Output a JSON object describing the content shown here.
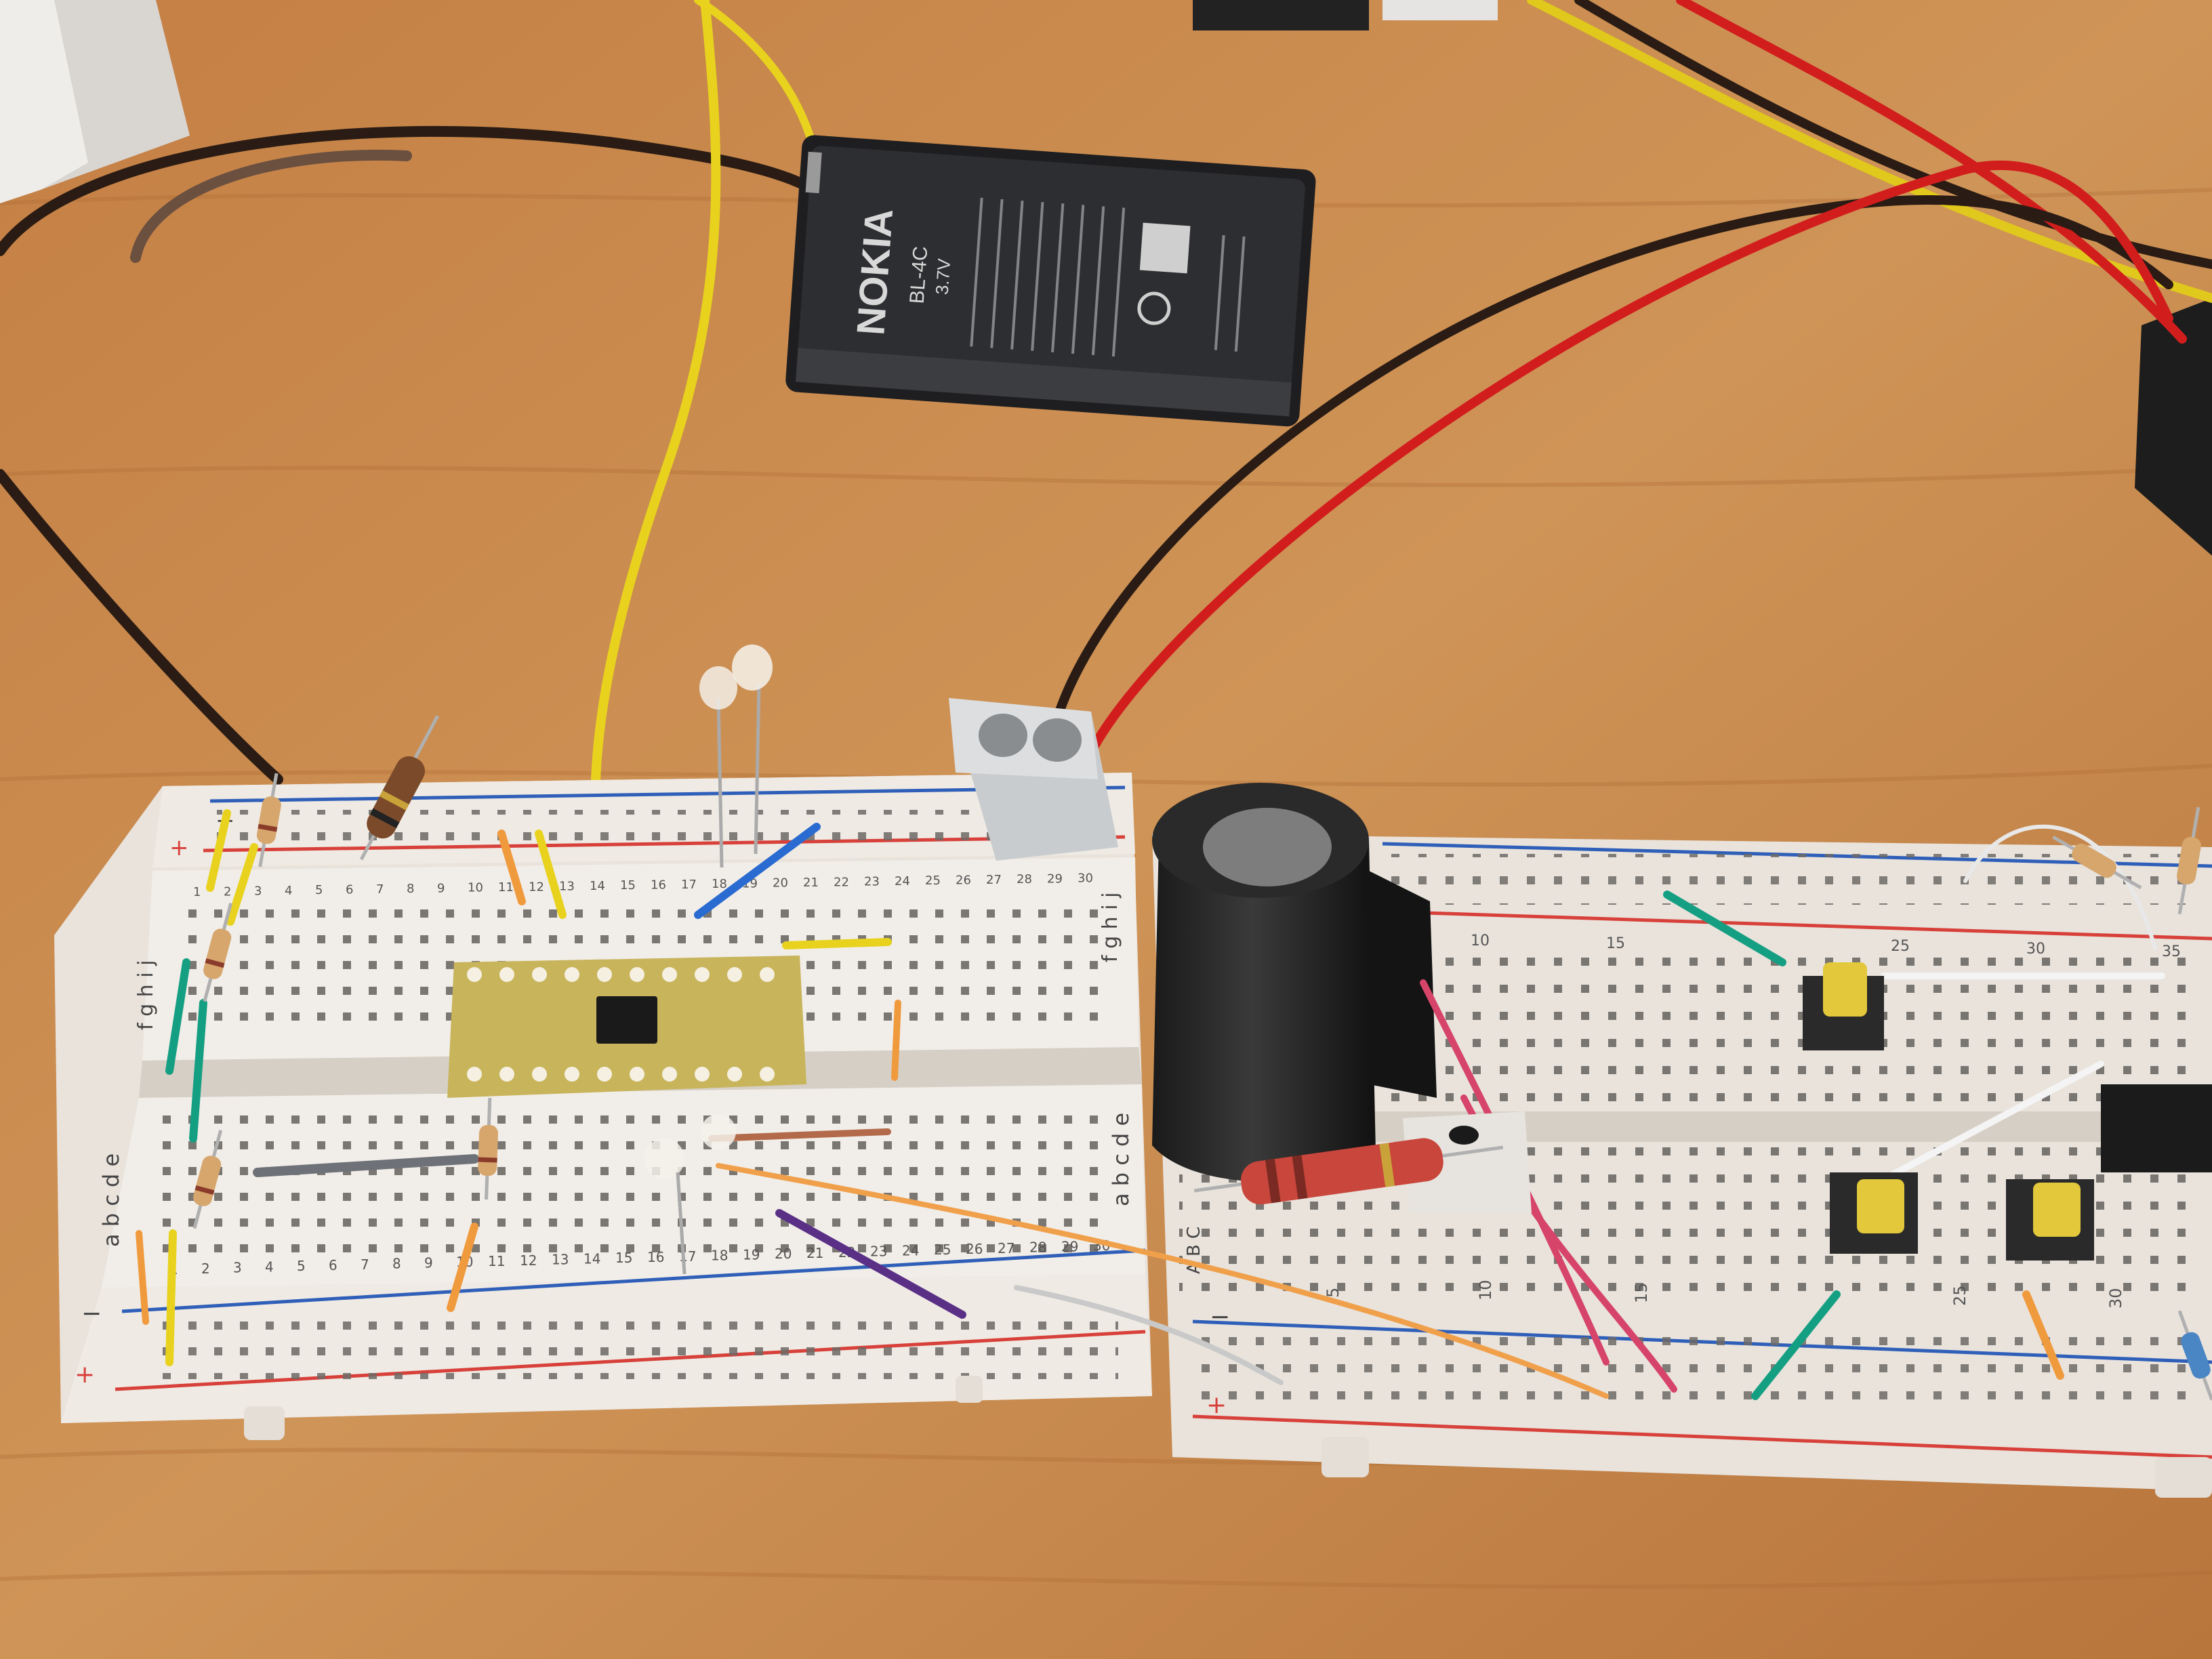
{
  "photo": {
    "battery": {
      "brand": "NOKIA",
      "model": "BL-4C",
      "capacity_line": "3.7V"
    },
    "breadboard_left": {
      "row_letters_top": "f g h i j",
      "row_letters_bottom": "a b c d e",
      "column_numbers_top": [
        "1",
        "2",
        "3",
        "4",
        "5",
        "6",
        "7",
        "8",
        "9",
        "10",
        "11",
        "12",
        "13",
        "14",
        "15",
        "16",
        "17",
        "18",
        "19",
        "20",
        "21",
        "22",
        "23",
        "24",
        "25",
        "26",
        "27",
        "28",
        "29",
        "30"
      ],
      "column_numbers_bottom": [
        "1",
        "2",
        "3",
        "4",
        "5",
        "6",
        "7",
        "8",
        "9",
        "10",
        "11",
        "12",
        "13",
        "14",
        "15",
        "16",
        "17",
        "18",
        "19",
        "20",
        "21",
        "22",
        "23",
        "24",
        "25",
        "26",
        "27",
        "28",
        "29",
        "30"
      ],
      "rail_plus": "+",
      "rail_minus": "−"
    },
    "breadboard_right": {
      "row_letters_bottom": "A B C",
      "column_numbers_top": [
        "10",
        "15",
        "25",
        "30",
        "35"
      ],
      "column_numbers_bottom": [
        "5",
        "10",
        "15",
        "25",
        "30"
      ],
      "rail_plus": "+",
      "rail_minus": "−"
    },
    "colors": {
      "table": "#c98a4e",
      "breadboard": "#efeae4",
      "rail_red": "#d8403a",
      "rail_blue": "#2f5fb8",
      "wire_yellow": "#e8d21e",
      "wire_red": "#d21d1d",
      "wire_black": "#2a1c14",
      "wire_green": "#159f82",
      "wire_blue": "#2a6bd1",
      "wire_orange": "#f09a3e",
      "wire_purple": "#5a2f86",
      "pcb": "#c8b45a"
    }
  }
}
